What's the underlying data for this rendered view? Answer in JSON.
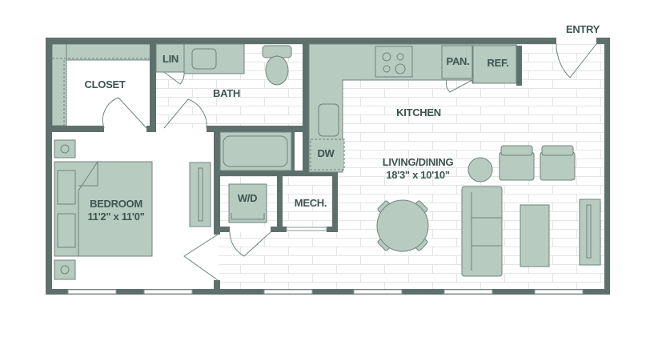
{
  "floor_plan": {
    "entry_label": "ENTRY",
    "rooms": {
      "closet": {
        "name": "CLOSET"
      },
      "bath": {
        "name": "BATH"
      },
      "bedroom": {
        "name": "BEDROOM",
        "dimensions": "11'2\" x 11'0\""
      },
      "kitchen": {
        "name": "KITCHEN"
      },
      "living": {
        "name": "LIVING/DINING",
        "dimensions": "18'3\" x 10'10\""
      },
      "wd": {
        "name": "W/D"
      },
      "mech": {
        "name": "MECH."
      }
    },
    "fixtures": {
      "linen": "LIN",
      "dishwasher": "DW",
      "pantry": "PAN.",
      "refrigerator": "REF."
    },
    "colors": {
      "wall": "#5e706c",
      "fixture": "#b7cbc1",
      "text": "#3e5450"
    }
  }
}
